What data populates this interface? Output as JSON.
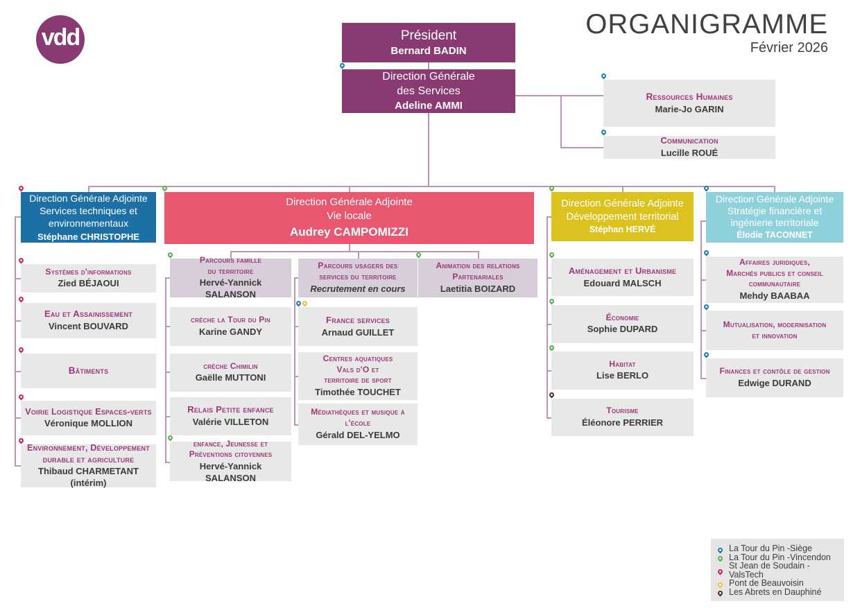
{
  "header": {
    "logo_text": "vdd",
    "title": "ORGANIGRAMME",
    "subtitle": "Février 2026"
  },
  "colors": {
    "brand_purple": "#8a3a72",
    "dga_blue": "#1c70a6",
    "dga_pink": "#e85670",
    "dga_yellow": "#dcc21f",
    "dga_teal": "#8fd1db",
    "box_gray": "#e9e8e8",
    "box_lavender": "#d7ceda",
    "service_title_text": "#9c3779",
    "connector_line": "#be93b6",
    "pin_blue": "#1879bd",
    "pin_green": "#52b14a",
    "pin_red": "#d11d52",
    "pin_yellow": "#f2c232",
    "pin_brown": "#4f2d20"
  },
  "top": {
    "president": {
      "title": "Président",
      "name": "Bernard BADIN"
    },
    "dgs": {
      "title": "Direction Générale\ndes Services",
      "name": "Adeline AMMI"
    },
    "rh": {
      "title": "Ressources Humaines",
      "name": "Marie-Jo GARIN"
    },
    "communication": {
      "title": "Communication",
      "name": "Lucille ROUÉ"
    }
  },
  "dga": {
    "technical": {
      "title": "Direction Générale Adjointe\nServices techniques et\nenvironnementaux",
      "name": "Stéphane CHRISTOPHE"
    },
    "vie_locale": {
      "title": "Direction Générale Adjointe\nVie locale",
      "name": "Audrey CAMPOMIZZI"
    },
    "territorial": {
      "title": "Direction Générale Adjointe\nDéveloppement territorial",
      "name": "Stéphan HERVÉ"
    },
    "strategy": {
      "title": "Direction Générale Adjointe\nStratégie financière et\ningénierie territoriale",
      "name": "Élodie TACONNET"
    }
  },
  "columns": {
    "technical": [
      {
        "title": "Systèmes d'informations",
        "name": "Zied BÉJAOUI"
      },
      {
        "title": "Eau et Assainissement",
        "name": "Vincent BOUVARD"
      },
      {
        "title": "Bâtiments",
        "name": ""
      },
      {
        "title": "Voirie Logistique Espaces-verts",
        "name": "Véronique MOLLION"
      },
      {
        "title": "Environnement, Développement\ndurable et agriculture",
        "name": "Thibaud CHARMETANT (intérim)"
      }
    ],
    "famille": [
      {
        "title": "Parcours famille\ndu territoire",
        "name": "Hervé-Yannick SALANSON"
      },
      {
        "title": "crèche la Tour du Pin",
        "name": "Karine GANDY"
      },
      {
        "title": "crèche Chimilin",
        "name": "Gaëlle MUTTONI"
      },
      {
        "title": "Relais Petite enfance",
        "name": "Valérie VILLETON"
      },
      {
        "title": "enfance, Jeunesse et\nPréventions citoyennes",
        "name": "Hervé-Yannick SALANSON"
      }
    ],
    "usagers": [
      {
        "title": "Parcours usagers des\nservices du territoire",
        "name": "Recrutement en cours"
      },
      {
        "title": "France services",
        "name": "Arnaud GUILLET"
      },
      {
        "title": "Centres aquatiques\nVals d'O et\nterritoire de sport",
        "name": "Timothée TOUCHET"
      },
      {
        "title": "Médiathèques et musique à\nl'école",
        "name": "Gérald DEL-YELMO"
      }
    ],
    "partenariats": [
      {
        "title": "Animation des relations\nPartenariales",
        "name": "Laetitia BOIZARD"
      }
    ],
    "territorial": [
      {
        "title": "Aménagement et Urbanisme",
        "name": "Edouard MALSCH"
      },
      {
        "title": "Économie",
        "name": "Sophie DUPARD"
      },
      {
        "title": "Habitat",
        "name": "Lise BERLO"
      },
      {
        "title": "Tourisme",
        "name": "Éléonore PERRIER"
      }
    ],
    "strategy": [
      {
        "title": "Affaires juridiques,\nMarchés publics et conseil\ncommunautaire",
        "name": "Mehdy BAABAA"
      },
      {
        "title": "Mutualisation, modernisation\net innovation",
        "name": ""
      },
      {
        "title": "Finances et contôle de gestion",
        "name": "Edwige DURAND"
      }
    ]
  },
  "legend": [
    {
      "pin": "blue",
      "label": "La Tour du Pin -Siège"
    },
    {
      "pin": "green",
      "label": "La Tour du Pin -Vincendon"
    },
    {
      "pin": "red",
      "label": "St Jean de Soudain - ValsTech"
    },
    {
      "pin": "yellow",
      "label": "Pont de Beauvoisin"
    },
    {
      "pin": "brown",
      "label": "Les Abrets en Dauphiné"
    }
  ]
}
